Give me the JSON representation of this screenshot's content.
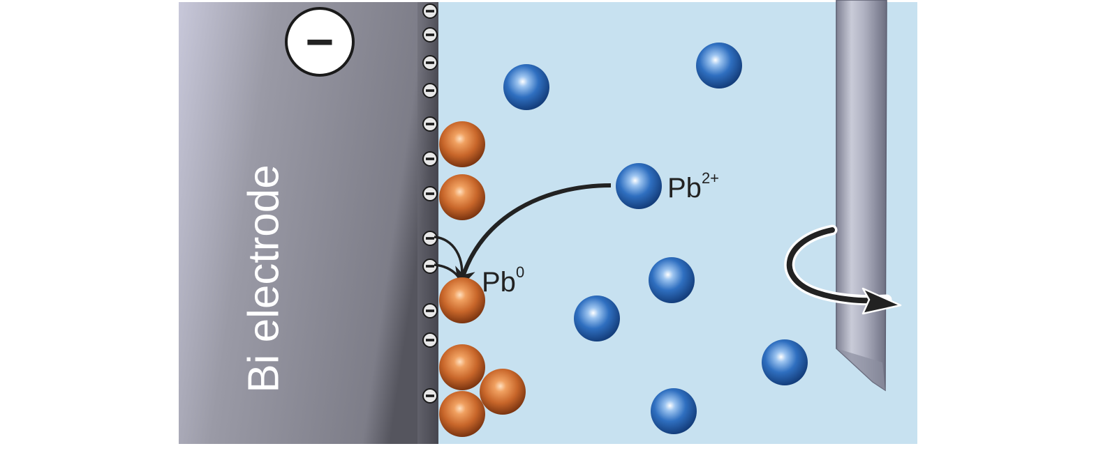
{
  "diagram": {
    "electrode_label": "Bi electrode",
    "electrode_charge_symbol": "−",
    "surface_charge_symbol": "−",
    "ion_label": {
      "base": "Pb",
      "sup": "2+"
    },
    "deposit_label": {
      "base": "Pb",
      "sup": "0"
    },
    "rotation_arrow": "rotating-stirrer-arrow",
    "colors": {
      "electrode": "#8a8a96",
      "solution": "#c7e1f0",
      "ion": "#2f6fc0",
      "deposit": "#c8662a",
      "stirrer": "#a6a8b8",
      "arrow": "#222222"
    }
  }
}
